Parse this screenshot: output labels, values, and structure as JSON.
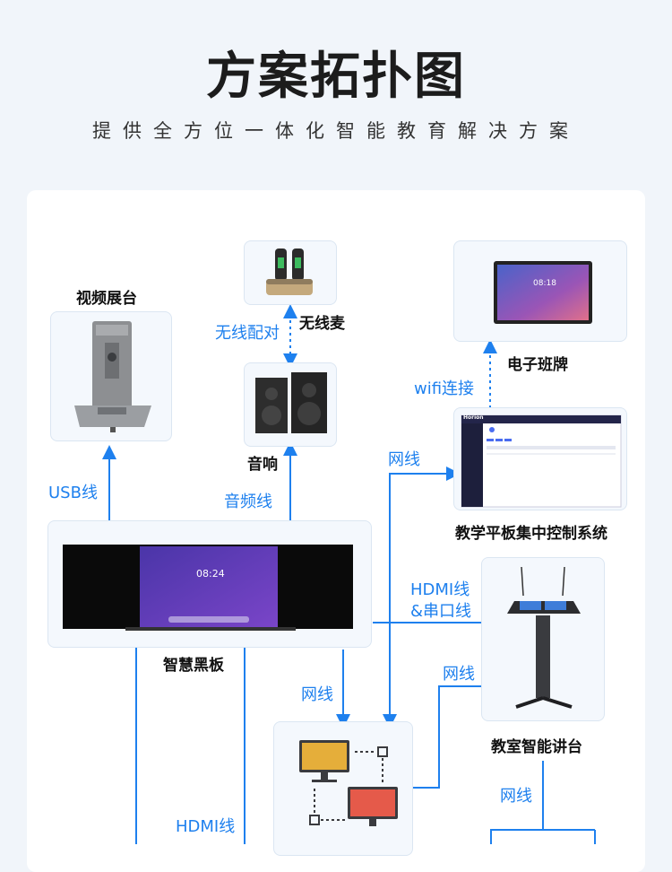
{
  "header": {
    "title": "方案拓扑图",
    "subtitle": "提供全方位一体化智能教育解决方案"
  },
  "devices": {
    "visualizer": "视频展台",
    "microphone": "无线麦",
    "speakers": "音响",
    "e_board": "电子班牌",
    "control_system": "教学平板集中控制系统",
    "blackboard": "智慧黑板",
    "podium": "教室智能讲台"
  },
  "links": {
    "usb": "USB线",
    "wireless_pair": "无线配对",
    "audio": "音频线",
    "wifi": "wifi连接",
    "net_control": "网线",
    "hdmi_serial_1": "HDMI线",
    "hdmi_serial_2": "&串口线",
    "net_switch": "网线",
    "net_podium": "网线",
    "net_bottom": "网线",
    "hdmi_bottom": "HDMI线"
  },
  "screens": {
    "blackboard_time": "08:24",
    "eboard_time": "08:18",
    "control_brand": "Horion"
  },
  "colors": {
    "accent": "#1e80ee",
    "background": "#f1f5fa"
  }
}
